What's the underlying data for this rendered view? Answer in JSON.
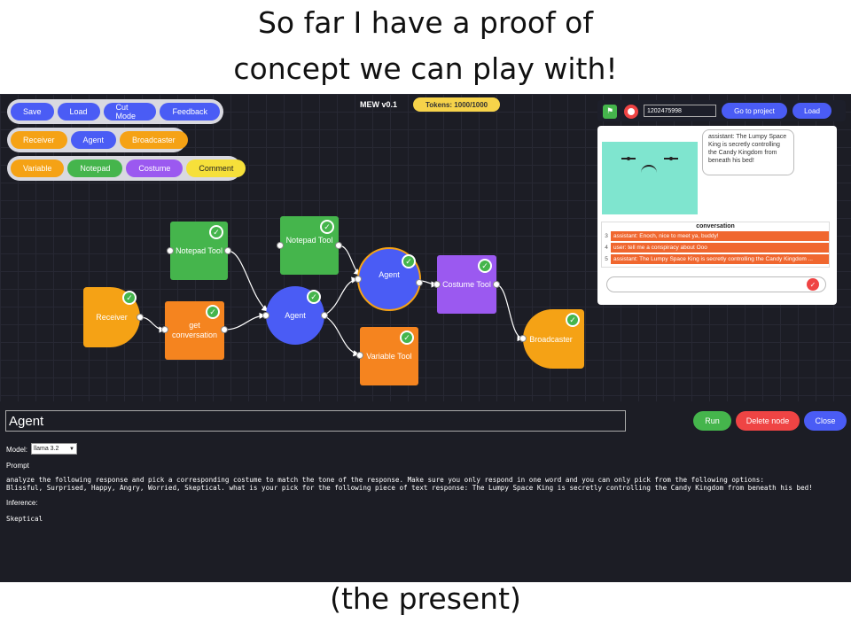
{
  "slide": {
    "title_line1": "So far I have a proof of",
    "title_line2": "concept we can play with!",
    "caption": "(the present)"
  },
  "colors": {
    "blue": "#4a5cf5",
    "orange": "#f5a215",
    "dark_orange": "#f5841f",
    "green": "#45b54c",
    "purple": "#9b59f0",
    "yellow": "#f6e03a",
    "red": "#ef4444",
    "conversation_row": "#f0672f",
    "avatar_bg": "#7fe5cf",
    "canvas_bg": "#1c1d25"
  },
  "toolbar_main": [
    "Save",
    "Load",
    "Cut Mode",
    "Feedback"
  ],
  "toolbar_io": [
    "Receiver",
    "Agent",
    "Broadcaster"
  ],
  "toolbar_tools": [
    "Variable",
    "Notepad",
    "Costume",
    "Comment"
  ],
  "header": {
    "version": "MEW v0.1",
    "tokens": "Tokens: 1000/1000"
  },
  "nodes": {
    "receiver": "Receiver",
    "get_conversation": "get\nconversation",
    "notepad_tool_1": "Notepad Tool",
    "notepad_tool_2": "Notepad Tool",
    "agent_1": "Agent",
    "agent_2": "Agent",
    "variable_tool": "Variable Tool",
    "costume_tool": "Costume Tool",
    "broadcaster": "Broadcaster"
  },
  "project": {
    "id_value": "1202475998",
    "goto_label": "Go to project",
    "load_label": "Load"
  },
  "stage": {
    "speech": "assistant: The Lumpy Space King is secretly controlling the Candy Kingdom from beneath his bed!"
  },
  "conversation": {
    "title": "conversation",
    "rows": [
      {
        "index": "3",
        "text": "assistant: Enoch, nice to meet ya, buddy!"
      },
      {
        "index": "4",
        "text": "user: tell me a conspiracy about Ooo"
      },
      {
        "index": "5",
        "text": "assistant: The Lumpy Space King is secretly controlling the Candy Kingdom ..."
      }
    ],
    "send_icon": "check-icon"
  },
  "editor": {
    "node_name": "Agent",
    "run_label": "Run",
    "delete_label": "Delete node",
    "close_label": "Close",
    "model_label": "Model:",
    "model_value": "llama 3.2",
    "prompt_label": "Prompt",
    "prompt_text": "analyze the following response and pick a corresponding costume to match the tone of the response. Make sure you only respond in one word and you can only pick from the following options:\nBlissful, Surprised, Happy, Angry, Worried, Skeptical. what is your pick for the following piece of text response: The Lumpy Space King is secretly controlling the Candy Kingdom from beneath his bed!",
    "inference_label": "Inference:",
    "inference_text": "Skeptical"
  }
}
